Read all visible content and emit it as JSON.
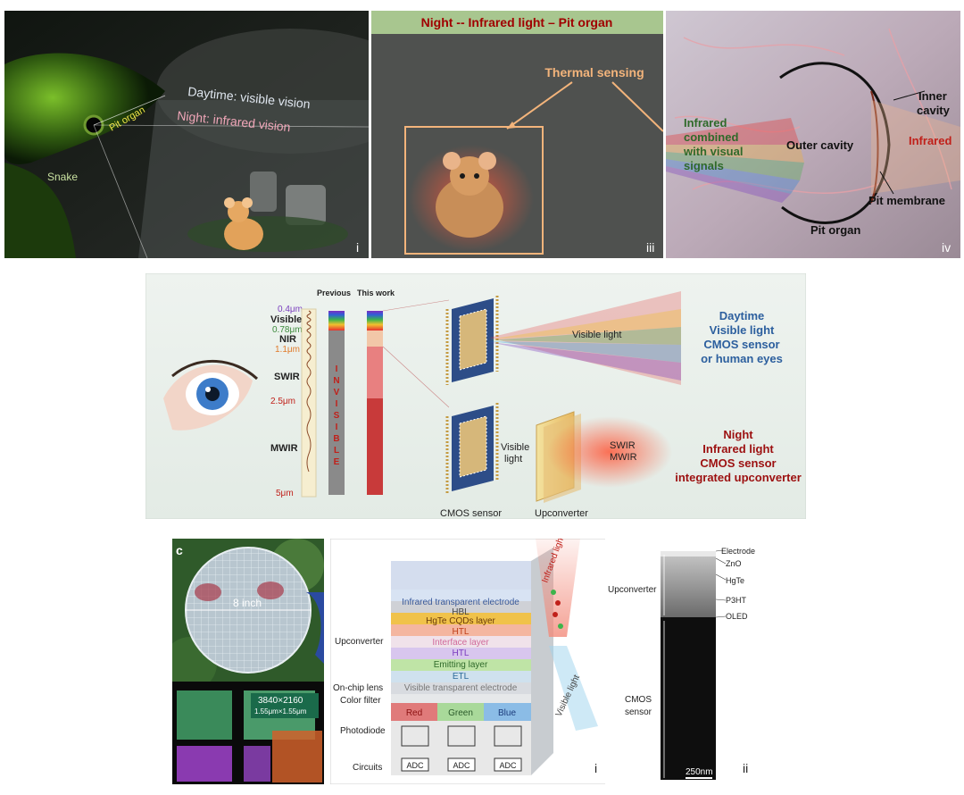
{
  "top": {
    "p1": {
      "daytime": "Daytime: visible vision",
      "night": "Night: infrared vision",
      "pit_organ": "Pit organ",
      "snake": "Snake",
      "label": "i"
    },
    "p3": {
      "title": "Night -- Infrared light – Pit organ",
      "thermal": "Thermal sensing",
      "label": "iii"
    },
    "p4": {
      "infrared_combined": [
        "Infrared",
        "combined",
        "with visual",
        "signals"
      ],
      "outer_cavity": "Outer cavity",
      "inner_cavity": [
        "Inner",
        "cavity"
      ],
      "infrared": "Infrared",
      "pit_membrane": "Pit membrane",
      "pit_organ": "Pit organ",
      "label": "iv"
    }
  },
  "middle": {
    "previous": "Previous",
    "this_work": "This work",
    "wavelengths": {
      "w04": "0.4μm",
      "visible": "Visible",
      "w078": "0.78μm",
      "nir": "NIR",
      "w11": "1.1μm",
      "swir": "SWIR",
      "w25": "2.5μm",
      "mwir": "MWIR",
      "w5": "5μm"
    },
    "invisible_letters": [
      "I",
      "N",
      "V",
      "I",
      "S",
      "I",
      "B",
      "L",
      "E"
    ],
    "visible_light_beam": "Visible light",
    "visible_light_small": [
      "Visible",
      "light"
    ],
    "swir_mwir": [
      "SWIR",
      "MWIR"
    ],
    "cmos_sensor": "CMOS sensor",
    "upconverter": "Upconverter",
    "daytime_block": [
      "Daytime",
      "Visible light",
      "CMOS sensor",
      "or human eyes"
    ],
    "night_block": [
      "Night",
      "Infrared light",
      "CMOS sensor",
      "integrated upconverter"
    ]
  },
  "bottom": {
    "c": {
      "label": "c",
      "eight_inch": "8 inch",
      "res1": "3840×2160",
      "res2": "1.55μm×1.55μm"
    },
    "i": {
      "infrared_light": "Infrared light",
      "visible_light": "Visible light",
      "layers": [
        "Infrared transparent electrode",
        "HBL",
        "HgTe CQDs layer",
        "HTL",
        "Interface layer",
        "HTL",
        "Emitting layer",
        "ETL",
        "Visible transparent electrode"
      ],
      "upconverter": "Upconverter",
      "on_chip_lens": "On-chip lens",
      "color_filter": "Color filter",
      "photodiode": "Photodiode",
      "circuits": "Circuits",
      "filters": [
        "Red",
        "Green",
        "Blue"
      ],
      "adc": "ADC",
      "label": "i"
    },
    "ii": {
      "electrode": "Electrode",
      "zno": "ZnO",
      "hgte": "HgTe",
      "p3ht": "P3HT",
      "oled": "OLED",
      "upconverter": "Upconverter",
      "cmos": [
        "CMOS",
        "sensor"
      ],
      "scale": "250nm",
      "label": "ii"
    }
  },
  "colors": {
    "title_red": "#a00000",
    "day_blue": "#2c5f9e",
    "night_red": "#9c1010",
    "ir_red": "#c0201a",
    "green_text": "#2f6a2a",
    "thermal_orange": "#f3b47b"
  }
}
